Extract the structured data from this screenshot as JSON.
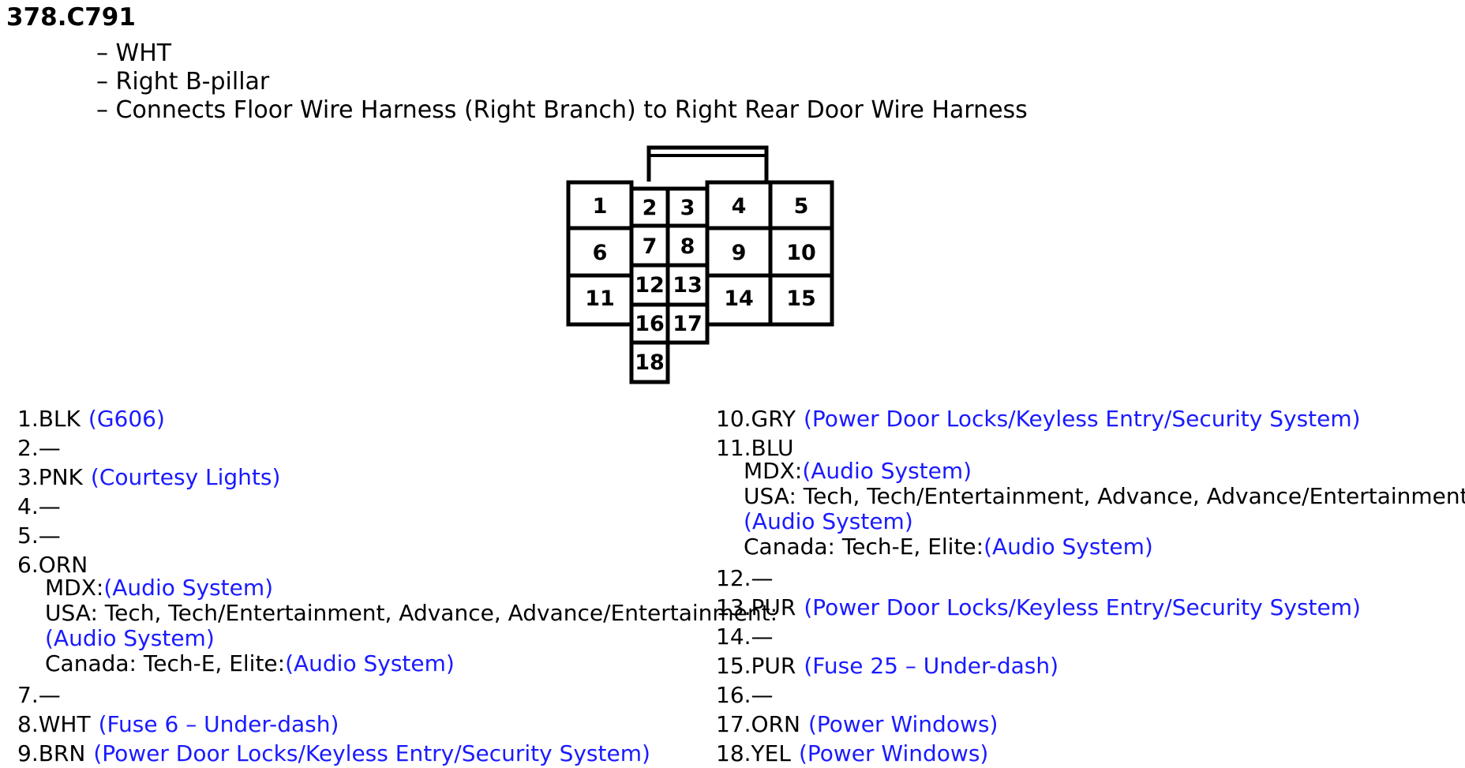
{
  "connector": {
    "title": "378.C791",
    "color": "WHT",
    "location": "Right B-pillar",
    "description": "Connects Floor Wire Harness (Right Branch) to Right Rear Door Wire Harness"
  },
  "diagram": {
    "pins": [
      "1",
      "2",
      "3",
      "4",
      "5",
      "6",
      "7",
      "8",
      "9",
      "10",
      "11",
      "12",
      "13",
      "14",
      "15",
      "16",
      "17",
      "18"
    ]
  },
  "pins_left": [
    {
      "label": "1.BLK",
      "ref": "(G606)"
    },
    {
      "label": "2.—"
    },
    {
      "label": "3.PNK",
      "ref": "(Courtesy Lights)"
    },
    {
      "label": "4.—"
    },
    {
      "label": "5.—"
    },
    {
      "label": "6.ORN",
      "subs": [
        {
          "text": "MDX:",
          "ref": "(Audio System)"
        },
        {
          "text": "USA: Tech, Tech/Entertainment, Advance, Advance/Entertainment:"
        },
        {
          "ref": "(Audio System)"
        },
        {
          "text": "Canada: Tech-E, Elite:",
          "ref": "(Audio System)"
        }
      ]
    },
    {
      "label": "7.—"
    },
    {
      "label": "8.WHT",
      "ref": "(Fuse 6 – Under-dash)"
    },
    {
      "label": "9.BRN",
      "ref": "(Power Door Locks/Keyless Entry/Security System)"
    }
  ],
  "pins_right": [
    {
      "label": "10.GRY",
      "ref": "(Power Door Locks/Keyless Entry/Security System)"
    },
    {
      "label": "11.BLU",
      "subs": [
        {
          "text": "MDX:",
          "ref": "(Audio System)"
        },
        {
          "text": "USA: Tech, Tech/Entertainment, Advance, Advance/Entertainment:"
        },
        {
          "ref": "(Audio System)"
        },
        {
          "text": "Canada: Tech-E, Elite:",
          "ref": "(Audio System)"
        }
      ]
    },
    {
      "label": "12.—"
    },
    {
      "label": "13.PUR",
      "ref": "(Power Door Locks/Keyless Entry/Security System)"
    },
    {
      "label": "14.—"
    },
    {
      "label": "15.PUR",
      "ref": "(Fuse 25 – Under-dash)"
    },
    {
      "label": "16.—"
    },
    {
      "label": "17.ORN",
      "ref": "(Power Windows)"
    },
    {
      "label": "18.YEL",
      "ref": "(Power Windows)"
    }
  ]
}
